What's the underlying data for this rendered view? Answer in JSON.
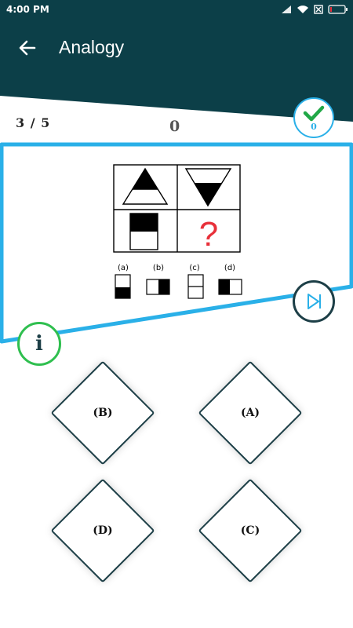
{
  "status_bar": {
    "time": "4:00 PM"
  },
  "header": {
    "title": "Analogy"
  },
  "quiz": {
    "progress": "3 / 5",
    "score": "0",
    "correct_count": "0"
  },
  "puzzle": {
    "question_mark": "?",
    "choices": [
      "(a)",
      "(b)",
      "(c)",
      "(d)"
    ]
  },
  "info": {
    "label": "i"
  },
  "options": [
    "(B)",
    "(A)",
    "(D)",
    "(C)"
  ],
  "colors": {
    "header": "#0c3f48",
    "accent_blue": "#2ab0e8",
    "accent_green": "#2fbf4f",
    "dark": "#1d3f47",
    "question_mark": "#e8303a"
  }
}
